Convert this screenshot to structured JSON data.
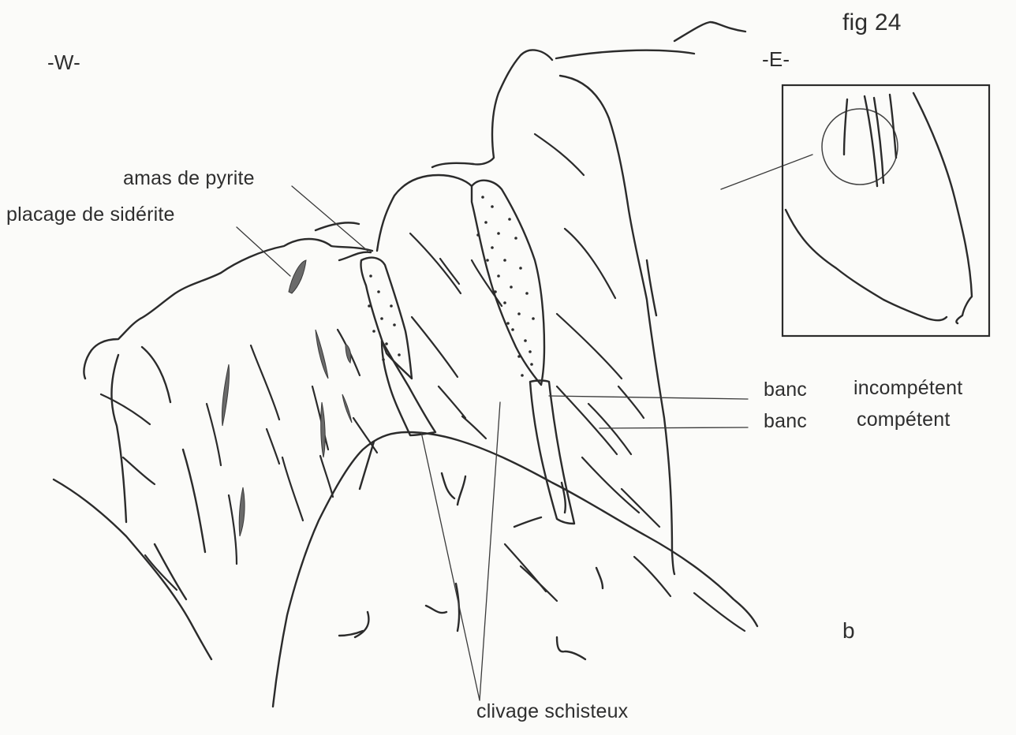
{
  "figure": {
    "number": "fig 24",
    "panel": "b",
    "orientation": {
      "west": "-W-",
      "east": "-E-"
    }
  },
  "labels": {
    "pyrite": "amas de pyrite",
    "siderite": "placage de sidérite",
    "banc_1": "banc",
    "banc_2": "banc",
    "incompetent": "incompétent",
    "competent": "compétent",
    "cleavage": "clivage schisteux"
  }
}
